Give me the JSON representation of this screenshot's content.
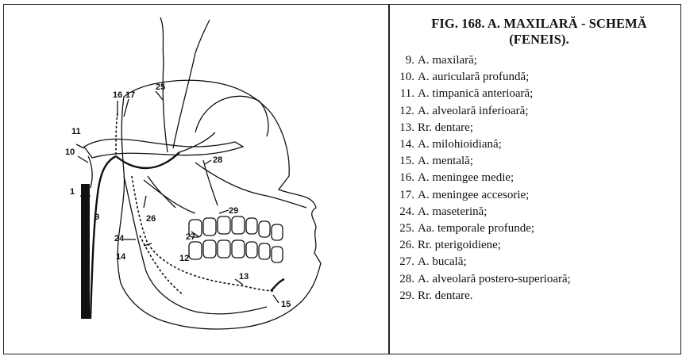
{
  "legend": {
    "title_line1": "FIG. 168. A. MAXILARĂ - SCHEMĂ",
    "title_line2": "(FENEIS).",
    "items": [
      {
        "num": "9.",
        "text": "A. maxilară;"
      },
      {
        "num": "10.",
        "text": "A. auriculară profundă;"
      },
      {
        "num": "11.",
        "text": "A. timpanică anterioară;"
      },
      {
        "num": "12.",
        "text": "A. alveolară inferioară;"
      },
      {
        "num": "13.",
        "text": "Rr. dentare;"
      },
      {
        "num": "14.",
        "text": "A. milohioidiană;"
      },
      {
        "num": "15.",
        "text": "A. mentală;"
      },
      {
        "num": "16.",
        "text": "A. meningee medie;"
      },
      {
        "num": "17.",
        "text": "A. meningee accesorie;"
      },
      {
        "num": "24.",
        "text": "A. maseterină;"
      },
      {
        "num": "25.",
        "text": "Aa. temporale profunde;"
      },
      {
        "num": "26.",
        "text": "Rr. pterigoidiene;"
      },
      {
        "num": "27.",
        "text": "A. bucală;"
      },
      {
        "num": "28.",
        "text": "A. alveolară postero-superioară;"
      },
      {
        "num": "29.",
        "text": "Rr. dentare."
      }
    ]
  },
  "figure": {
    "labels": {
      "l1": "1",
      "l9": "9",
      "l10": "10",
      "l11": "11",
      "l12": "12",
      "l13": "13",
      "l14": "14",
      "l15": "15",
      "l16": "16",
      "l17": "17",
      "l24": "24",
      "l25": "25",
      "l26": "26",
      "l27": "27",
      "l28": "28",
      "l29": "29"
    }
  }
}
